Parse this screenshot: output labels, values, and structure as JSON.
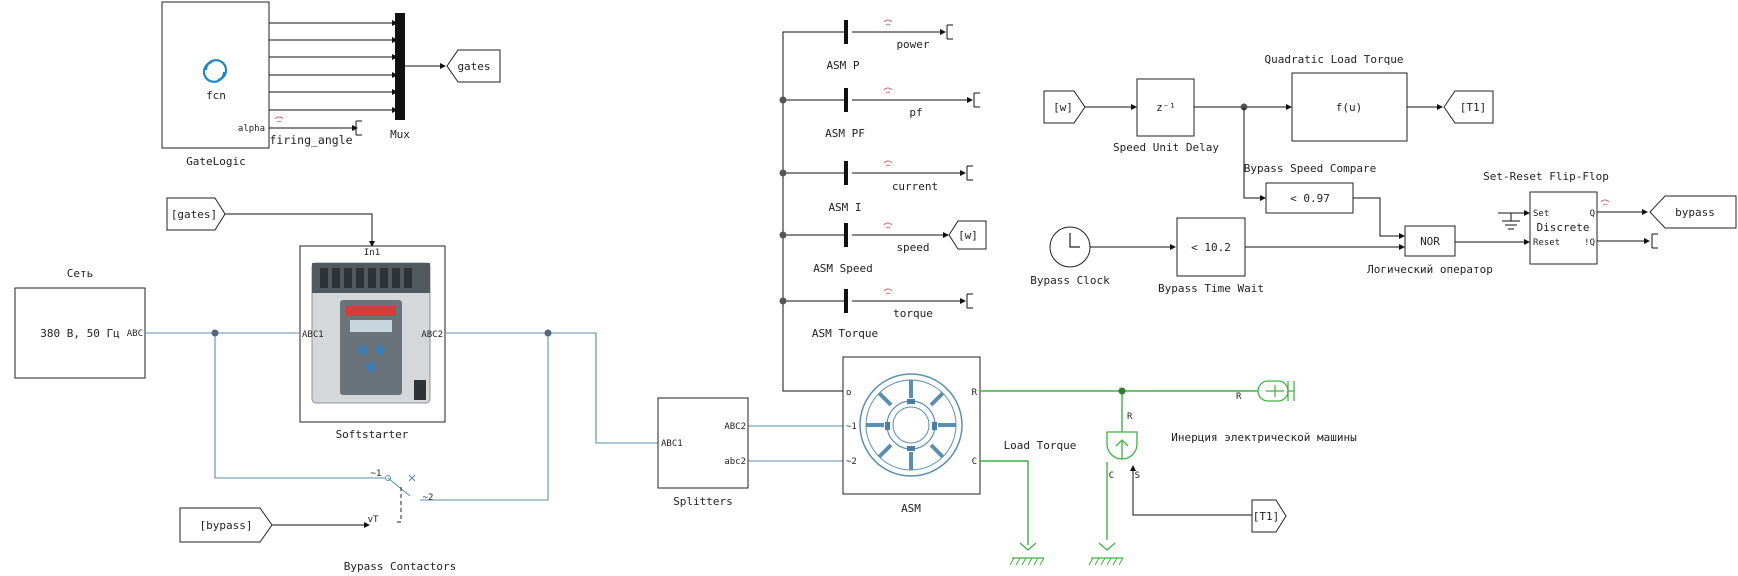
{
  "blocks": {
    "gatelogic": {
      "name": "GateLogic",
      "icon_text": "fcn",
      "port_alpha": "alpha"
    },
    "firing_angle": "firing_angle",
    "mux": "Mux",
    "gates_goto": "gates",
    "gates_from": "[gates]",
    "grid": {
      "name": "Сеть",
      "text": "380 В, 50 Гц",
      "port": "ABC"
    },
    "softstarter": {
      "name": "Softstarter",
      "port_in": "In1",
      "port_abc1": "ABC1",
      "port_abc2": "ABC2"
    },
    "bypass_from": "[bypass]",
    "bypass_contactors": {
      "name": "Bypass Contactors",
      "p1": "~1",
      "p2": "~2",
      "vt": "vT"
    },
    "splitters": {
      "name": "Splitters",
      "in": "ABC1",
      "out1": "ABC2",
      "out2": "abc2"
    },
    "asm": {
      "name": "ASM",
      "o": "o",
      "p1": "~1",
      "p2": "~2",
      "r": "R",
      "c": "C"
    },
    "meas": [
      {
        "block": "ASM P",
        "signal": "power"
      },
      {
        "block": "ASM PF",
        "signal": "pf"
      },
      {
        "block": "ASM I",
        "signal": "current"
      },
      {
        "block": "ASM Speed",
        "signal": "speed"
      },
      {
        "block": "ASM Torque",
        "signal": "torque"
      }
    ],
    "speed_goto": "[w]",
    "w_from": "[w]",
    "unit_delay": {
      "name": "Speed Unit Delay",
      "text": "z⁻¹"
    },
    "quad_load": {
      "name": "Quadratic Load Torque",
      "text": "f(u)"
    },
    "t1_goto": "[T1]",
    "t1_from": "[T1]",
    "compare": {
      "name": "Bypass Speed Compare",
      "text": "< 0.97"
    },
    "clock": {
      "name": "Bypass Clock"
    },
    "time_wait": {
      "name": "Bypass Time Wait",
      "text": "< 10.2"
    },
    "nor": {
      "name": "Логический оператор",
      "text": "NOR"
    },
    "flipflop": {
      "name": "Set-Reset Flip-Flop",
      "text": "Discrete",
      "set": "Set",
      "reset": "Reset",
      "q": "Q",
      "nq": "!Q"
    },
    "bypass_goto": "bypass",
    "load_torque": {
      "name": "Load Torque",
      "r": "R",
      "c": "C",
      "s": "S"
    },
    "inertia": {
      "name": "Инерция электрической машины",
      "r": "R"
    }
  }
}
